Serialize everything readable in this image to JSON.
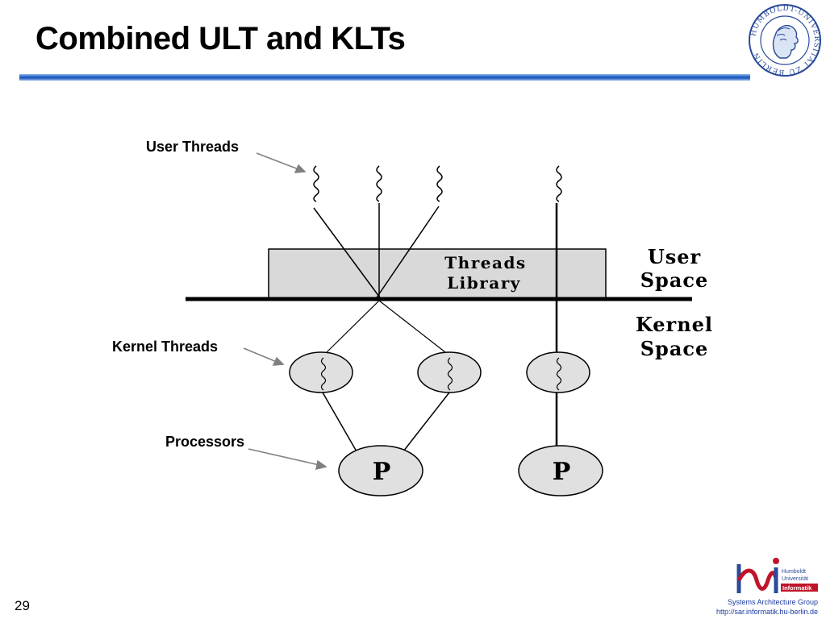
{
  "slide": {
    "title": "Combined ULT and KLTs",
    "page_number": "29"
  },
  "diagram": {
    "labels": {
      "user_threads": "User Threads",
      "kernel_threads": "Kernel Threads",
      "processors": "Processors"
    },
    "threads_library": {
      "line1": "Threads",
      "line2": "Library"
    },
    "user_space": {
      "line1": "User",
      "line2": "Space"
    },
    "kernel_space": {
      "line1": "Kernel",
      "line2": "Space"
    },
    "processor_labels": [
      "P",
      "P"
    ]
  },
  "logos": {
    "seal_text": "HUMBOLDT-UNIVERSITÄT ZU BERLIN",
    "hu_logo": {
      "line1": "Humboldt",
      "line2": "Universität",
      "line3": "Informatik"
    }
  },
  "footer": {
    "group": "Systems Architecture Group",
    "url": "http://sar.informatik.hu-berlin.de"
  },
  "colors": {
    "title_rule": "#1d56b8",
    "library_fill": "#d9d9d9",
    "node_fill": "#e0e0e0",
    "footer_text": "#1a3aa0",
    "logo_red": "#c0142a",
    "logo_blue": "#2a4a9a"
  }
}
